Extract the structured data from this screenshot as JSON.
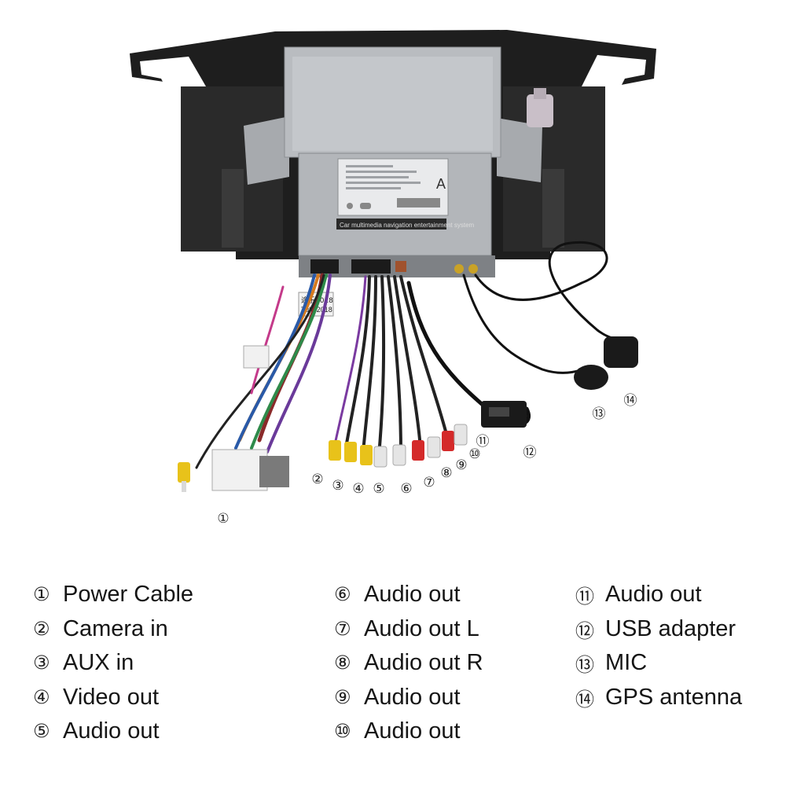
{
  "callouts": {
    "c1": "①",
    "c2": "②",
    "c3": "③",
    "c4": "④",
    "c5": "⑤",
    "c6": "⑥",
    "c7": "⑦",
    "c8": "⑧",
    "c9": "⑨",
    "c10": "⑩",
    "c11": "⑪",
    "c12": "⑫",
    "c13": "⑬",
    "c14": "⑭"
  },
  "unit_label": {
    "panel_letter": "A",
    "caption": "Car multimedia navigation entertainment system"
  },
  "harness_tag": {
    "line1": "途乐2018",
    "line2": "Tule 2018"
  },
  "legend": {
    "col1": [
      {
        "num": "①",
        "label": "Power Cable"
      },
      {
        "num": "②",
        "label": "Camera in"
      },
      {
        "num": "③",
        "label": "AUX in"
      },
      {
        "num": "④",
        "label": "Video out"
      },
      {
        "num": "⑤",
        "label": "Audio out"
      }
    ],
    "col2": [
      {
        "num": "⑥",
        "label": "Audio out"
      },
      {
        "num": "⑦",
        "label": "Audio out L"
      },
      {
        "num": "⑧",
        "label": "Audio out R"
      },
      {
        "num": "⑨",
        "label": "Audio out"
      },
      {
        "num": "⑩",
        "label": "Audio out"
      }
    ],
    "col3": [
      {
        "num": "⑪",
        "label": "Audio out"
      },
      {
        "num": "⑫",
        "label": "USB adapter"
      },
      {
        "num": "⑬",
        "label": "MIC"
      },
      {
        "num": "⑭",
        "label": "GPS antenna"
      }
    ]
  },
  "colors": {
    "frame": "#1e1e1e",
    "unit_metal": "#b9bcc0",
    "rca_yellow": "#e8c21a",
    "rca_red": "#d42a2a",
    "rca_white": "#eeeeee"
  }
}
